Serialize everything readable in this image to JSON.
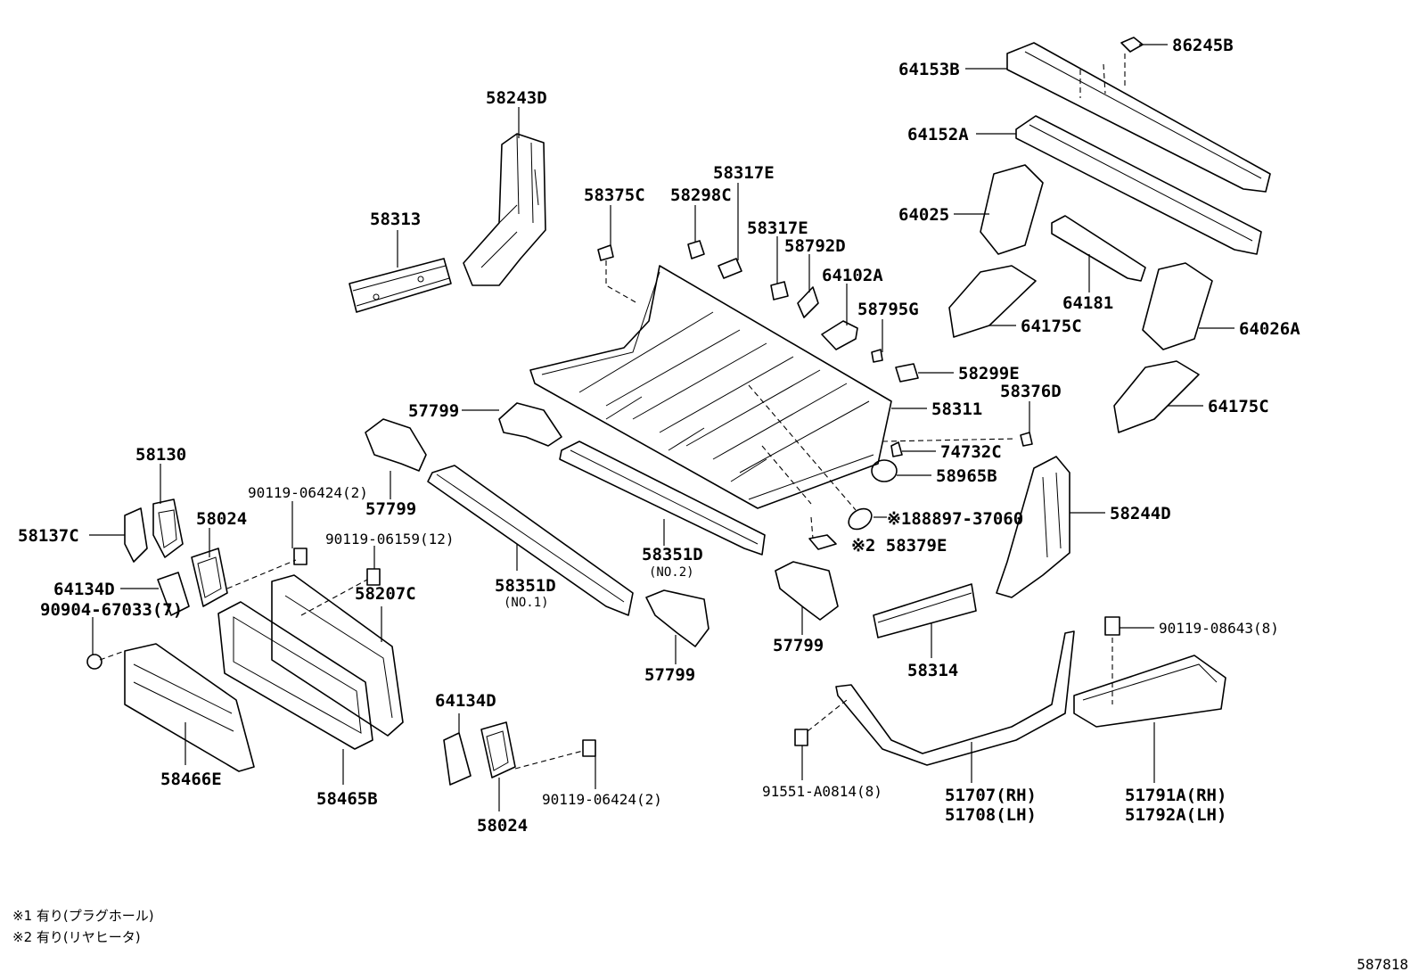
{
  "labels": {
    "l58243d": "58243D",
    "l58313": "58313",
    "l58375c": "58375C",
    "l58298c": "58298C",
    "l58317e_a": "58317E",
    "l58317e_b": "58317E",
    "l58792d": "58792D",
    "l64102a": "64102A",
    "l58795g": "58795G",
    "l58299e": "58299E",
    "l58311": "58311",
    "l58376d": "58376D",
    "l74732c": "74732C",
    "l58965b": "58965B",
    "l188897": "※188897-37060",
    "l58379e": "※2 58379E",
    "l57799_a": "57799",
    "l57799_b": "57799",
    "l57799_c": "57799",
    "l57799_d": "57799",
    "l58130": "58130",
    "l58137c": "58137C",
    "l58024_a": "58024",
    "l58024_b": "58024",
    "l64134d_a": "64134D",
    "l64134d_b": "64134D",
    "l90904": "90904-67033(7)",
    "l90119_06424_a": "90119-06424(2)",
    "l90119_06424_b": "90119-06424(2)",
    "l90119_06159": "90119-06159(12)",
    "l58207c": "58207C",
    "l58351d_1": "58351D",
    "l58351d_1sub": "(NO.1)",
    "l58351d_2": "58351D",
    "l58351d_2sub": "(NO.2)",
    "l58466e": "58466E",
    "l58465b": "58465B",
    "l64153b": "64153B",
    "l86245b": "86245B",
    "l64152a": "64152A",
    "l64025": "64025",
    "l64181": "64181",
    "l64175c_a": "64175C",
    "l64175c_b": "64175C",
    "l64026a": "64026A",
    "l58244d": "58244D",
    "l58314": "58314",
    "l90119_08643": "90119-08643(8)",
    "l91551": "91551-A0814(8)",
    "l51707": "51707(RH)",
    "l51708": "51708(LH)",
    "l51791a": "51791A(RH)",
    "l51792a": "51792A(LH)"
  },
  "notes": {
    "note1": "※1 有り(プラグホール)",
    "note2": "※2 有り(リヤヒータ)"
  },
  "diagram_code": "587818"
}
